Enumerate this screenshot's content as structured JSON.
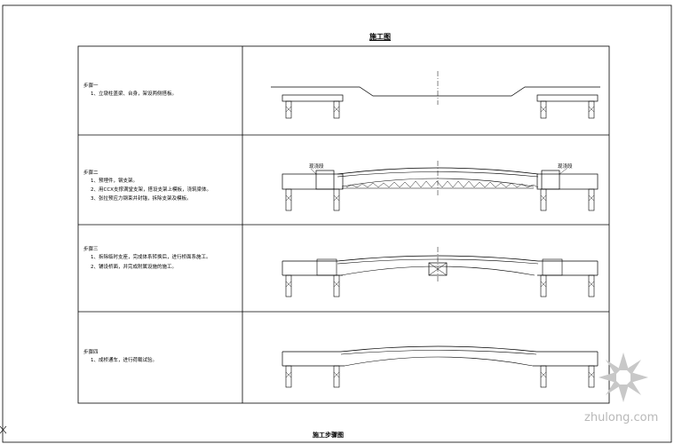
{
  "title_top": "施工图",
  "title_bottom": "施工步骤图",
  "steps": [
    {
      "heading": "步骤一",
      "items": [
        "1、立墩柱盖梁、台身，架设两侧搭板。"
      ]
    },
    {
      "heading": "步骤二",
      "items": [
        "1、预埋件，钢支架。",
        "2、用CCX支撑满堂支架，搭设支架上模板，浇筑梁体。",
        "3、张拉预应力钢束并封锚，拆除支架及模板。"
      ]
    },
    {
      "heading": "步骤三",
      "items": [
        "1、拆除临时支座，完成体系转换后，进行桥面系施工。",
        "2、铺设桥面，并完成附属设施的施工。"
      ]
    },
    {
      "heading": "步骤四",
      "items": [
        "1、成桥通车，进行荷载试验。"
      ]
    }
  ],
  "annotations": {
    "left_label": "现浇段",
    "right_label": "现浇段"
  },
  "watermark": {
    "text": "zhulong.com"
  }
}
